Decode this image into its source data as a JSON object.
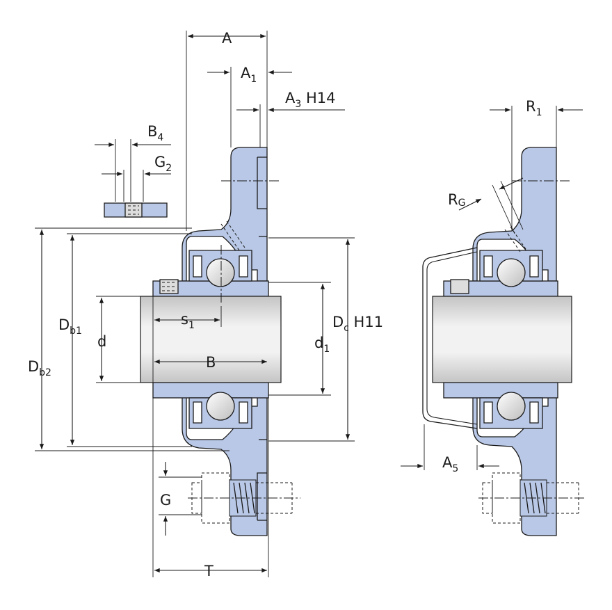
{
  "labels": {
    "A": "A",
    "A1": "A",
    "A1_sub": "1",
    "A3": "A",
    "A3_sub": "3",
    "A3_tol": " H14",
    "B4": "B",
    "B4_sub": "4",
    "G2": "G",
    "G2_sub": "2",
    "Db1": "D",
    "Db1_sub": "b1",
    "Db2": "D",
    "Db2_sub": "b2",
    "d": "d",
    "s1": "s",
    "s1_sub": "1",
    "B": "B",
    "d1": "d",
    "d1_sub": "1",
    "Dc": "D",
    "Dc_sub": "c",
    "Dc_tol": " H11",
    "G": "G",
    "T": "T",
    "R1": "R",
    "R1_sub": "1",
    "RG": "R",
    "RG_sub": "G",
    "A5": "A",
    "A5_sub": "5"
  },
  "colors": {
    "part_fill": "#b9c8e6",
    "line": "#1a1a1a",
    "shaft_light": "#f2f2f2",
    "shaft_dark": "#c4c4c4"
  }
}
